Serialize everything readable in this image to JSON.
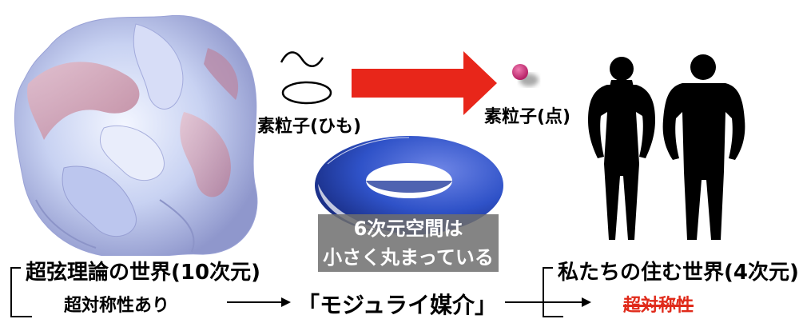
{
  "string_labels": {
    "string": "素粒子(ひも)",
    "point": "素粒子(点)"
  },
  "torus_caption": {
    "line1": "6次元空間は",
    "line2": "小さく丸まっている"
  },
  "left_box": {
    "title": "超弦理論の世界(10次元)",
    "subtitle": "超対称性あり"
  },
  "right_box": {
    "title": "私たちの住む世界(4次元)",
    "subtitle": "超対称性"
  },
  "mediation": "「モジュライ媒介」",
  "colors": {
    "arrow_red": "#e8261a",
    "point_magenta": "#d0307a",
    "torus_blue": "#2f52c8",
    "surface_light": "#c9d3f3",
    "surface_pink": "#d9a6b6",
    "strike_red": "#e02a1a"
  }
}
